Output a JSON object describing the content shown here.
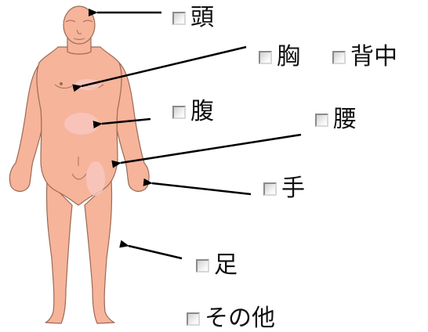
{
  "body_parts": {
    "head": "頭",
    "chest": "胸",
    "back": "背中",
    "abdomen": "腹",
    "lower_back": "腰",
    "hand": "手",
    "foot": "足",
    "other": "その他"
  },
  "checked": {
    "head": false,
    "chest": false,
    "back": false,
    "abdomen": false,
    "lower_back": false,
    "hand": false,
    "foot": false,
    "other": false
  },
  "colors": {
    "skin": "#f6b49a",
    "skin_outline": "#9a6a56",
    "highlight": "#f9c9c2",
    "arrow": "#000000"
  }
}
